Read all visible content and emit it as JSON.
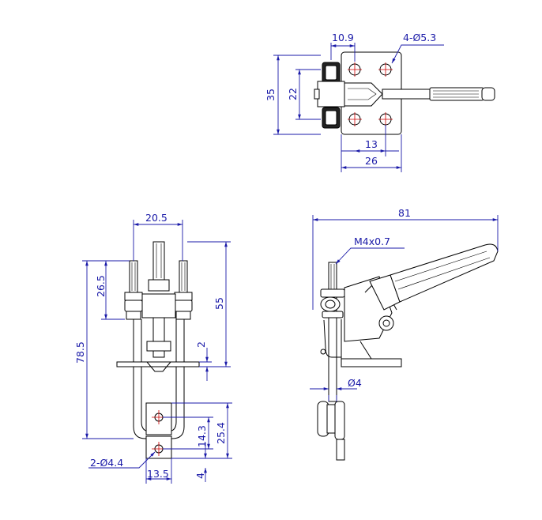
{
  "top_view": {
    "dim_width_small": "10.9",
    "dim_holes": "4-Ø5.3",
    "dim_height_total": "35",
    "dim_height_inner": "22",
    "dim_hole_spacing": "13",
    "dim_base_width": "26"
  },
  "front_view": {
    "dim_spindle_offset": "20.5",
    "dim_thread_length": "26.5",
    "dim_total_height": "78.5",
    "dim_upper_height": "55",
    "dim_gap": "2",
    "dim_lower_height": "25.4",
    "dim_slot_height": "14.3",
    "dim_hole_dia": "2-Ø4.4",
    "dim_tab_width": "13.5",
    "dim_tab_offset": "4"
  },
  "side_view": {
    "dim_overall_length": "81",
    "dim_thread": "M4x0.7",
    "dim_rod_dia": "Ø4"
  }
}
